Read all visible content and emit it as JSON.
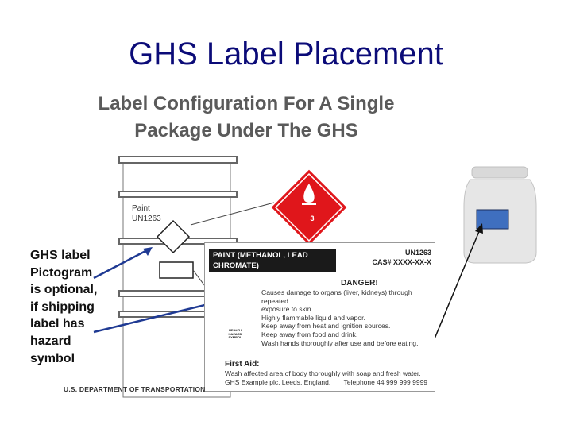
{
  "slide": {
    "title": "GHS Label Placement"
  },
  "figure": {
    "heading_line1": "Label Configuration For A Single",
    "heading_line2": "Package Under The GHS",
    "drum_label_line1": "Paint",
    "drum_label_line2": "UN1263",
    "diamond_number": "3",
    "footer": "U.S. DEPARTMENT OF TRANSPORTATION"
  },
  "ghs_label": {
    "product_line1": "PAINT (METHANOL, LEAD",
    "product_line2": "CHROMATE)",
    "un_number": "UN1263",
    "cas_number": "CAS# XXXX-XX-X",
    "signal_word": "DANGER!",
    "hazard_statements": [
      "Causes damage to organs (liver, kidneys) through repeated",
      "exposure to skin.",
      "Highly flammable liquid and vapor.",
      "Keep away from heat and ignition sources.",
      "Keep away from food and drink.",
      "Wash hands thoroughly after use and before eating."
    ],
    "health_pictogram_text": [
      "HEALTH",
      "HAZARD",
      "SYMBOL"
    ],
    "first_aid_heading": "First Aid:",
    "first_aid_lines": [
      "Wash affected area of body thoroughly with soap and fresh water.",
      "GHS Example plc, Leeds, England.       Telephone 44 999 999 9999"
    ]
  },
  "side_note": {
    "lines": [
      "GHS label",
      "Pictogram",
      "is optional,",
      "if shipping",
      "label has",
      "hazard",
      "symbol"
    ]
  },
  "colors": {
    "title": "#0b0b78",
    "hazard_red": "#e0161b",
    "arrow_blue": "#1f3a93",
    "bottle_label": "#3f6fbf"
  }
}
